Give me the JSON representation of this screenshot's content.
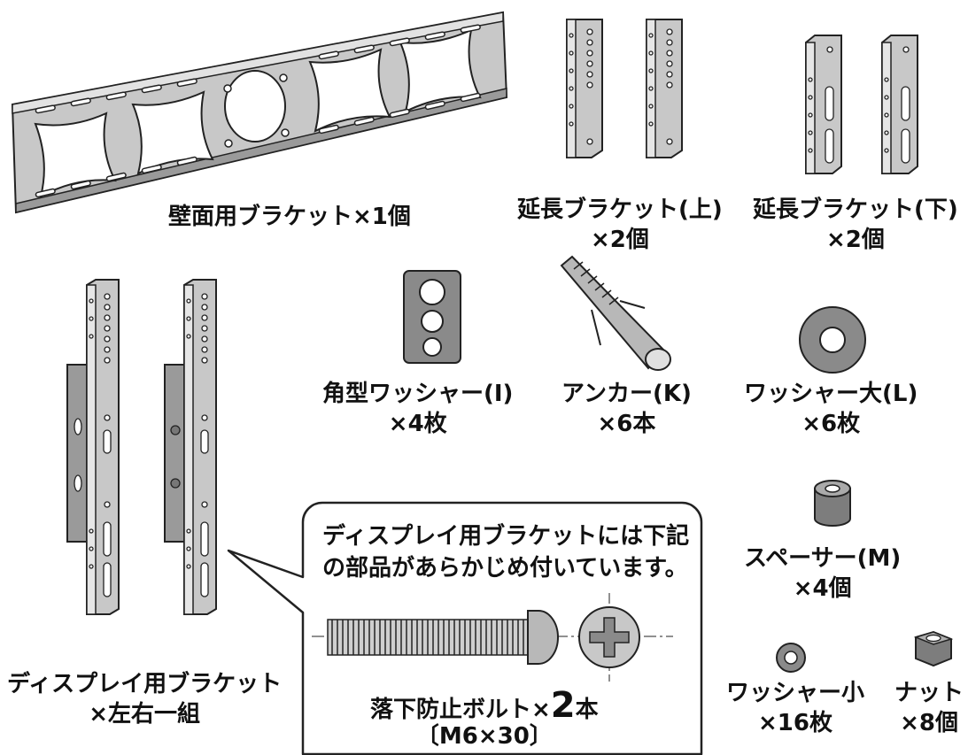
{
  "parts": {
    "wall_bracket": {
      "line1": "壁面用ブラケット×1個"
    },
    "ext_upper": {
      "line1": "延長ブラケット(上)",
      "line2": "×2個"
    },
    "ext_lower": {
      "line1": "延長ブラケット(下)",
      "line2": "×2個"
    },
    "square_washer": {
      "line1": "角型ワッシャー(I)",
      "line2": "×4枚"
    },
    "anchor": {
      "line1": "アンカー(K)",
      "line2": "×6本"
    },
    "washer_large": {
      "line1": "ワッシャー大(L)",
      "line2": "×6枚"
    },
    "spacer": {
      "line1": "スペーサー(M)",
      "line2": "×4個"
    },
    "washer_small": {
      "line1": "ワッシャー小",
      "line2": "×16枚"
    },
    "nut": {
      "line1": "ナット",
      "line2": "×8個"
    },
    "display_bracket": {
      "line1": "ディスプレイ用ブラケット",
      "line2": "×左右一組"
    }
  },
  "callout": {
    "line1": "ディスプレイ用ブラケットには下記",
    "line2": "の部品があらかじめ付いています。",
    "bolt_label_prefix": "落下防止ボルト×",
    "bolt_count": "2",
    "bolt_label_suffix": "本",
    "bolt_spec": "〔M6×30〕"
  },
  "colors": {
    "metal": "#c8c8c8",
    "metal_dark": "#9a9a9a",
    "dark_part": "#7d7d7d",
    "outline": "#222222"
  }
}
